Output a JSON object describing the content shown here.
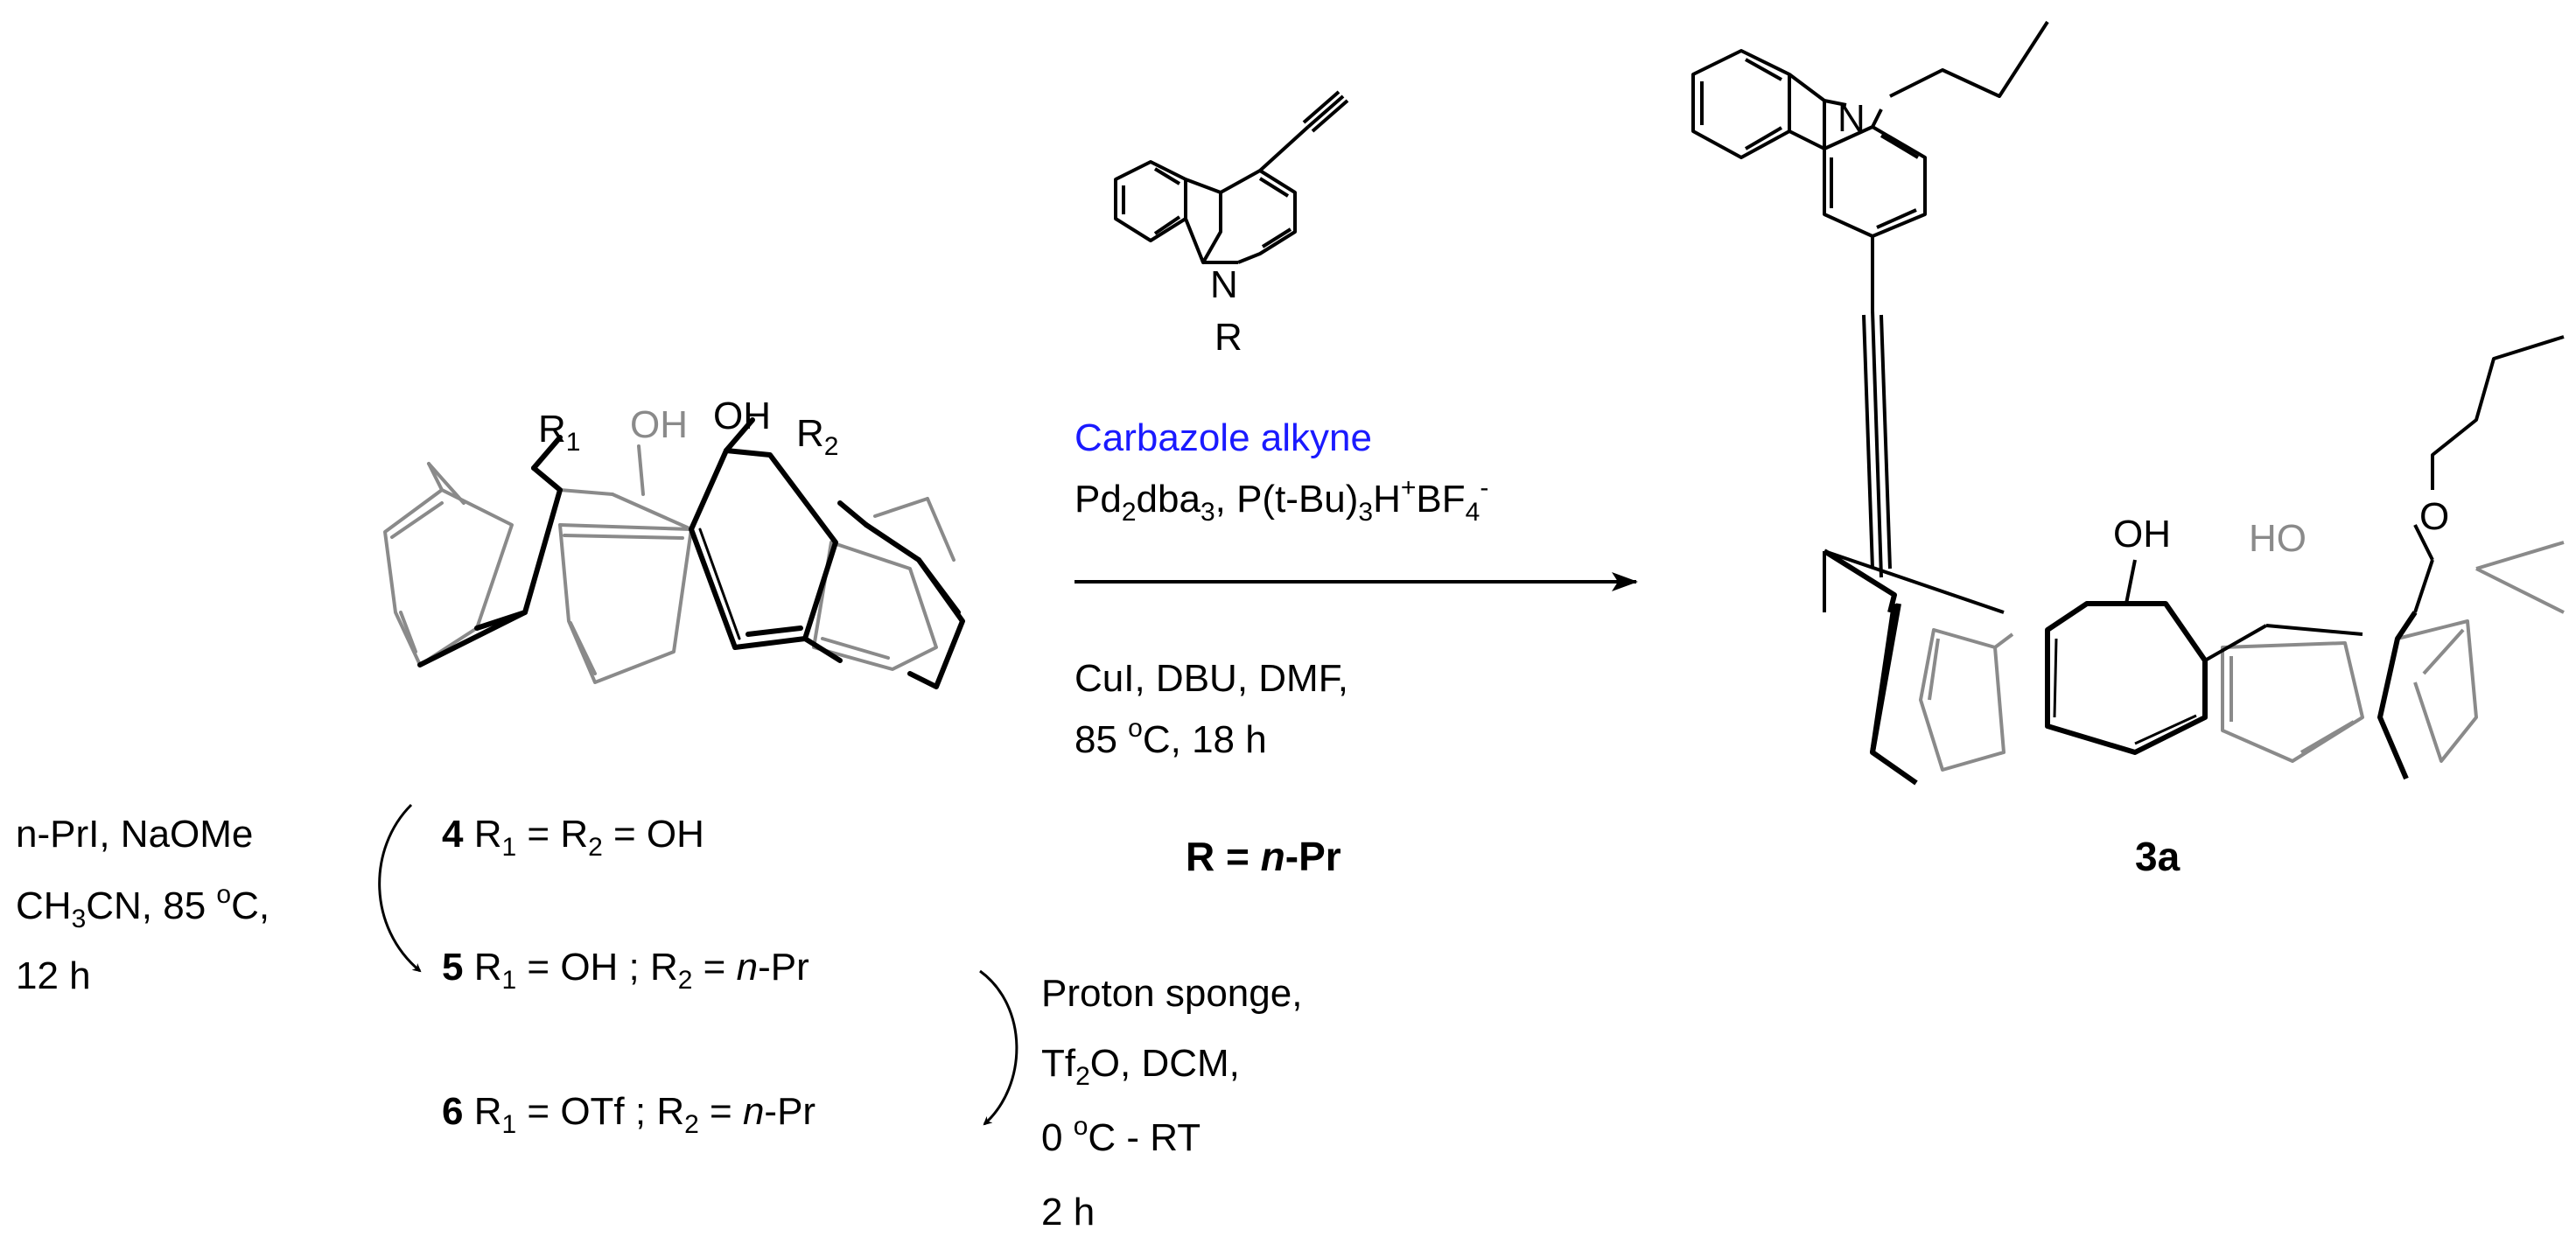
{
  "colors": {
    "bond": "#000000",
    "grey_bond": "#8a8a8a",
    "reagent_name": "#1a1aff"
  },
  "left_structure": {
    "r1": "R",
    "r1_sub": "1",
    "r2": "R",
    "r2_sub": "2",
    "oh_grey": "OH",
    "oh_black": "OH"
  },
  "reagent_structure": {
    "n": "N",
    "r": "R"
  },
  "product_structure": {
    "n": "N",
    "oh_black": "OH",
    "oh_grey": "HO",
    "o": "O"
  },
  "main_arrow": {
    "reagent_name": "Carbazole alkyne",
    "catalyst": {
      "part1": "Pd",
      "part1_sub": "2",
      "part2": "dba",
      "part2_sub": "3",
      "part3": ", P(t-Bu)",
      "part3_sub": "3",
      "part4": "H",
      "part4_sup": "+",
      "part5": "BF",
      "part5_sub": "4",
      "part5_sup": "-"
    },
    "conditions_line1": "CuI, DBU, DMF,",
    "conditions_line2_a": "85 ",
    "conditions_line2_sup": "o",
    "conditions_line2_b": "C, 18 h",
    "r_definition": {
      "prefix": "R = ",
      "italic": "n",
      "suffix": "-Pr"
    }
  },
  "product_label": "3a",
  "compounds": [
    {
      "id": "4",
      "a": " R",
      "a_sub": "1",
      "b": " = R",
      "b_sub": "2",
      "c": " = OH",
      "italic": "",
      "tail": ""
    },
    {
      "id": "5",
      "a": " R",
      "a_sub": "1",
      "b": " = OH ; R",
      "b_sub": "2",
      "c": " = ",
      "italic": "n",
      "tail": "-Pr"
    },
    {
      "id": "6",
      "a": " R",
      "a_sub": "1",
      "b": " = OTf ; R",
      "b_sub": "2",
      "c": " = ",
      "italic": "n",
      "tail": "-Pr"
    }
  ],
  "step1_conditions": {
    "line1": "n-PrI, NaOMe",
    "line2_a": "CH",
    "line2_sub": "3",
    "line2_b": "CN, 85 ",
    "line2_sup": "o",
    "line2_c": "C,",
    "line3": "12 h"
  },
  "step2_conditions": {
    "line1": "Proton sponge,",
    "line2_a": "Tf",
    "line2_sub": "2",
    "line2_b": "O, DCM,",
    "line3_a": "0 ",
    "line3_sup": "o",
    "line3_b": "C - RT",
    "line4": "2 h"
  }
}
